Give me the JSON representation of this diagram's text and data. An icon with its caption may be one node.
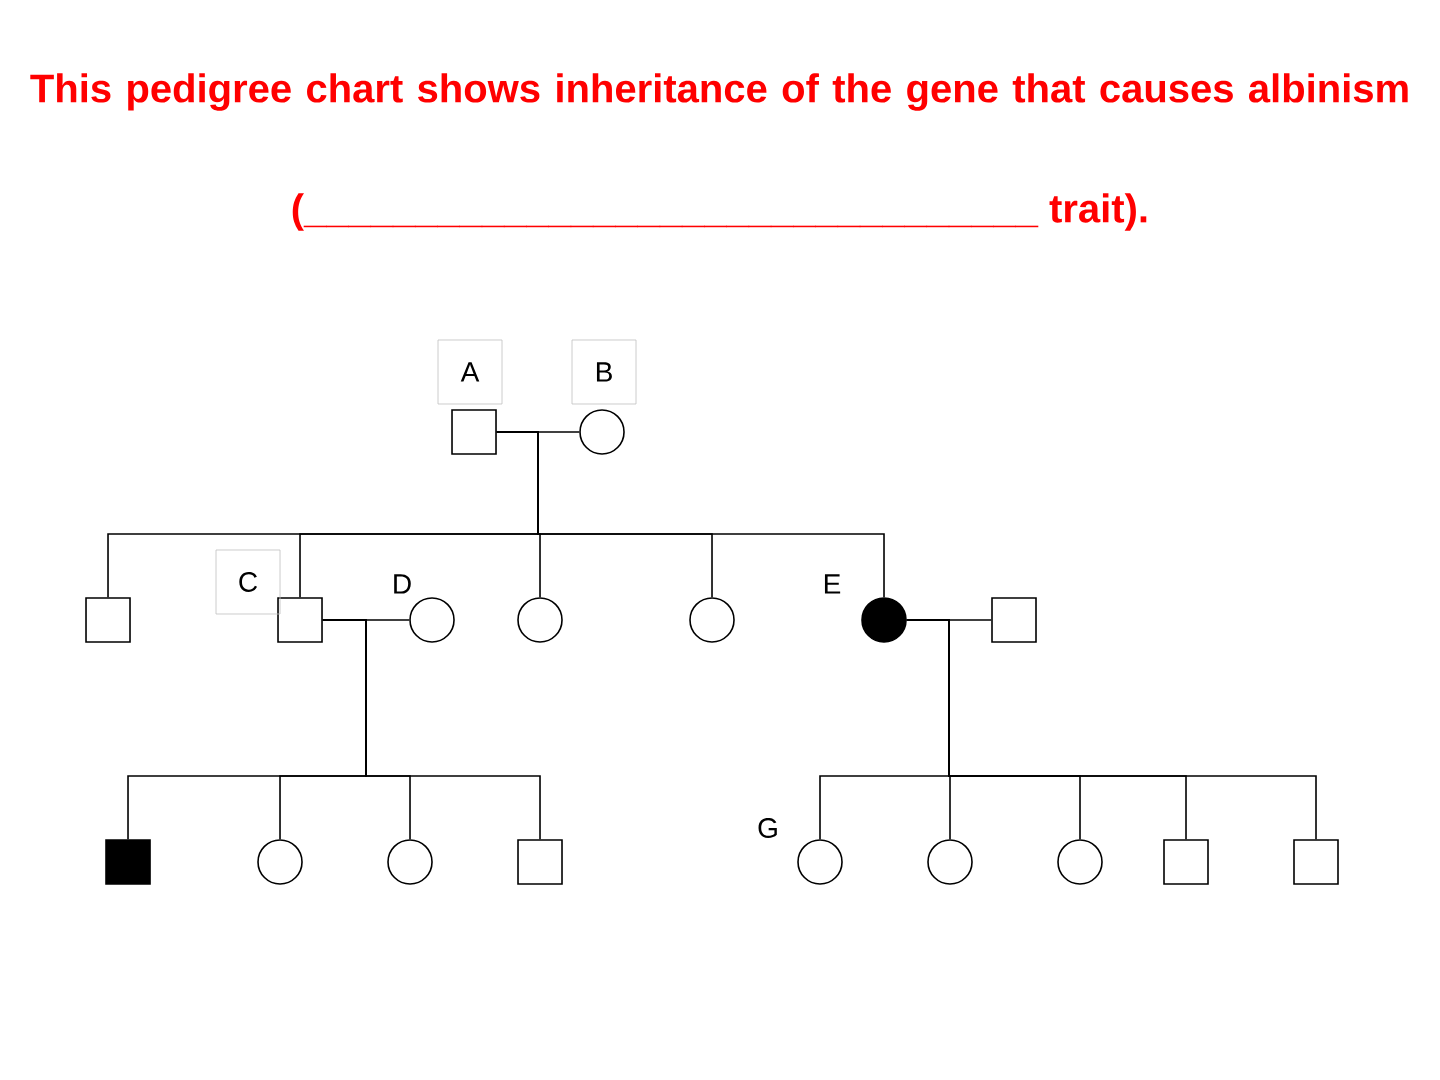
{
  "diagram": {
    "title": "This pedigree chart shows inheritance of the gene that causes albinism",
    "nodes": [
      {
        "text": [],
        "shape": "box",
        "beside": [
          "A"
        ]
      },
      {
        "text": [],
        "shape": "circle",
        "beside": [
          "B"
        ]
      },
      {
        "text": [],
        "shape": "box"
      },
      {
        "text": [],
        "shape": "box",
        "beside": [
          "C"
        ]
      },
      {
        "text": [],
        "shape": "circle",
        "beside": [
          "D"
        ]
      },
      {
        "text": [],
        "shape": "circle"
      },
      {
        "text": [],
        "shape": "circle"
      },
      {
        "text": [],
        "shape": "disc",
        "beside": [
          "E"
        ]
      },
      {
        "text": [],
        "shape": "box"
      },
      {
        "text": [],
        "shape": "block"
      },
      {
        "text": [],
        "shape": "circle"
      },
      {
        "text": [],
        "shape": "circle"
      },
      {
        "text": [],
        "shape": "box"
      },
      {
        "text": [],
        "shape": "circle",
        "beside": [
          "G"
        ]
      },
      {
        "text": [],
        "shape": "circle"
      },
      {
        "text": [],
        "shape": "circle"
      },
      {
        "text": [],
        "shape": "box"
      },
      {
        "text": [],
        "shape": "box"
      }
    ],
    "edges": [
      {
        "from": 0,
        "to": 1,
        "arrow": "none"
      },
      {
        "from": 0,
        "to": 2,
        "arrow": "none"
      },
      {
        "from": 0,
        "to": 3,
        "arrow": "none"
      },
      {
        "from": 0,
        "to": 5,
        "arrow": "none"
      },
      {
        "from": 0,
        "to": 6,
        "arrow": "none"
      },
      {
        "from": 0,
        "to": 7,
        "arrow": "none"
      },
      {
        "from": 3,
        "to": 4,
        "arrow": "none"
      },
      {
        "from": 7,
        "to": 8,
        "arrow": "none"
      },
      {
        "from": 3,
        "to": 9,
        "arrow": "none"
      },
      {
        "from": 3,
        "to": 10,
        "arrow": "none"
      },
      {
        "from": 3,
        "to": 11,
        "arrow": "none"
      },
      {
        "from": 3,
        "to": 12,
        "arrow": "none"
      },
      {
        "from": 7,
        "to": 13,
        "arrow": "none"
      },
      {
        "from": 7,
        "to": 14,
        "arrow": "none"
      },
      {
        "from": 7,
        "to": 15,
        "arrow": "none"
      },
      {
        "from": 7,
        "to": 16,
        "arrow": "none"
      },
      {
        "from": 7,
        "to": 17,
        "arrow": "none"
      }
    ],
    "labels": [
      "(_________________________________ trait)."
    ]
  }
}
